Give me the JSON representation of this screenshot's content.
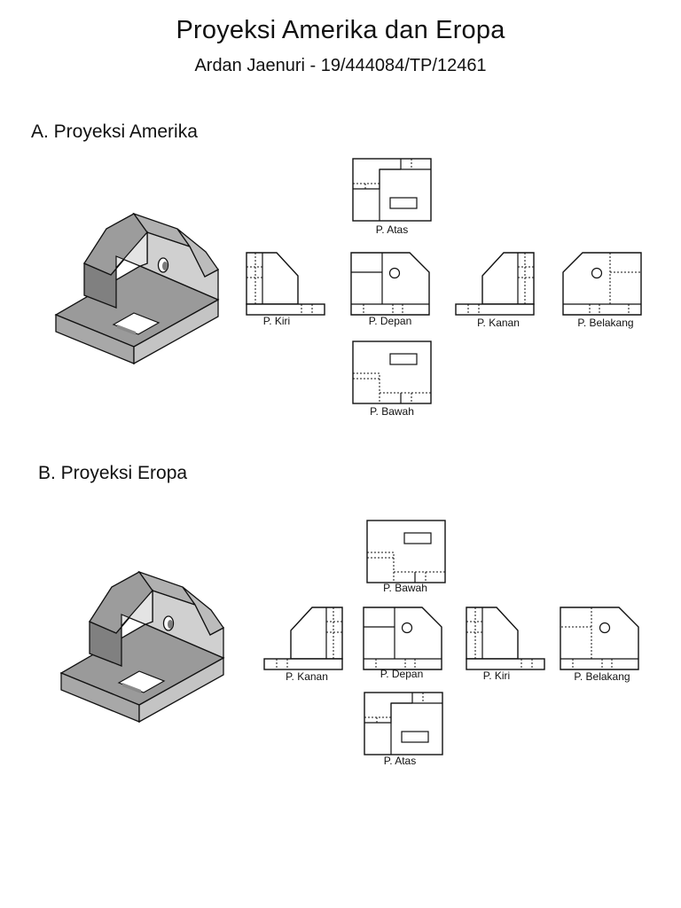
{
  "document": {
    "title": "Proyeksi Amerika dan Eropa",
    "subtitle": "Ardan Jaenuri - 19/444084/TP/12461"
  },
  "sections": [
    {
      "heading": "A. Proyeksi Amerika",
      "views": {
        "top": "P. Atas",
        "left": "P. Kiri",
        "front": "P. Depan",
        "right": "P. Kanan",
        "back": "P. Belakang",
        "bottom": "P. Bawah"
      }
    },
    {
      "heading": "B. Proyeksi Eropa",
      "views": {
        "bottom": "P. Bawah",
        "right": "P. Kanan",
        "front": "P. Depan",
        "left": "P. Kiri",
        "back": "P. Belakang",
        "top": "P. Atas"
      }
    }
  ]
}
